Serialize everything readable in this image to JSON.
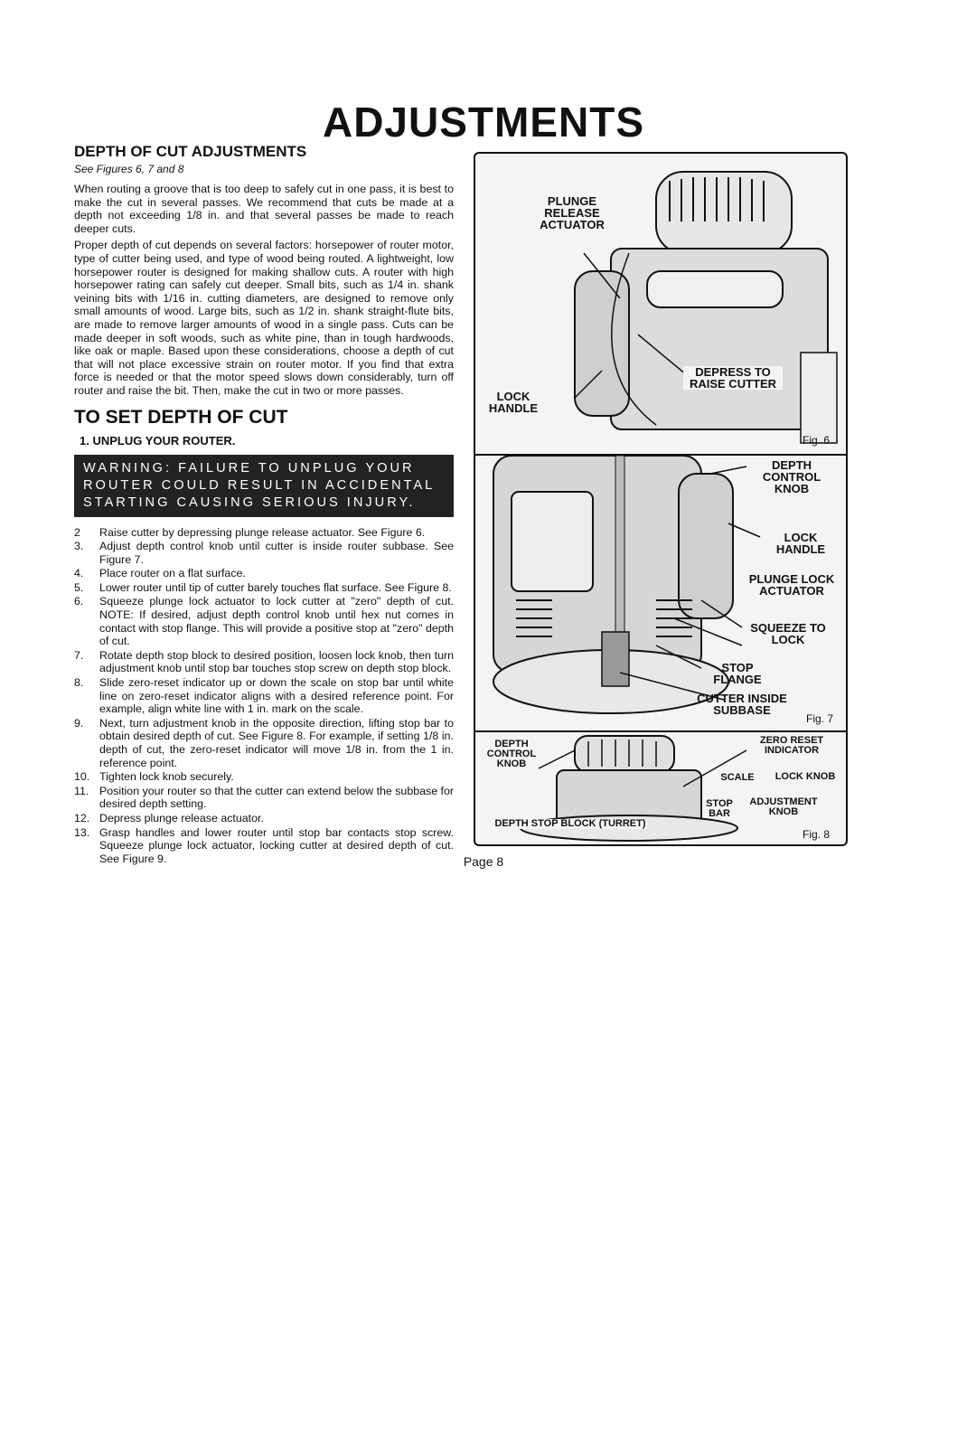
{
  "page": {
    "title": "ADJUSTMENTS",
    "page_number": "Page 8"
  },
  "section1": {
    "heading": "DEPTH OF CUT ADJUSTMENTS",
    "see": "See Figures 6, 7 and 8",
    "paragraphs": [
      "When routing a groove that is too deep to safely cut in one pass, it is best to make the cut in several passes. We recommend that cuts be made at a depth not exceeding 1/8 in. and that several passes be made to reach deeper cuts.",
      "Proper depth of cut depends on several factors: horsepower of router motor, type of cutter being used, and type of wood being routed. A lightweight, low horsepower router is designed for making shallow cuts. A router with high horsepower rating can safely cut deeper. Small bits, such as 1/4 in. shank veining bits with 1/16 in. cutting diameters, are designed to remove only small amounts of wood. Large bits, such as 1/2 in. shank straight-flute bits, are made to remove larger amounts of wood in a single pass. Cuts can be made deeper in soft woods, such as white pine, than in tough hardwoods, like oak or maple. Based upon these considerations, choose a depth of cut that will not place excessive strain on router motor. If you find that extra force is needed or that the motor speed slows down considerably, turn off router and raise the bit. Then, make the cut in two or more passes."
    ]
  },
  "section2": {
    "heading": "TO SET DEPTH OF CUT",
    "step1": "1. UNPLUG YOUR ROUTER.",
    "warning": "WARNING: FAILURE TO UNPLUG YOUR ROUTER COULD RESULT IN ACCIDENTAL STARTING CAUSING SERIOUS INJURY.",
    "steps": [
      {
        "n": "2",
        "t": "Raise cutter by depressing plunge release actuator. See Figure 6."
      },
      {
        "n": "3.",
        "t": "Adjust depth control knob until cutter is inside router subbase. See Figure 7."
      },
      {
        "n": "4.",
        "t": "Place router on a flat surface."
      },
      {
        "n": "5.",
        "t": "Lower router until tip of cutter barely touches flat surface. See Figure 8."
      },
      {
        "n": "6.",
        "t": "Squeeze plunge lock actuator to lock cutter at \"zero\" depth of cut. NOTE: If desired, adjust depth control knob until hex nut comes in contact with stop flange. This will provide a positive stop at \"zero\" depth of cut."
      },
      {
        "n": "7.",
        "t": "Rotate depth stop block to desired position, loosen lock knob, then turn adjustment knob until stop bar touches stop screw on depth stop block."
      },
      {
        "n": "8.",
        "t": "Slide zero-reset indicator up or down the scale on stop bar until white line on zero-reset indicator aligns with a desired reference point. For example, align white line with 1 in. mark on the scale."
      },
      {
        "n": "9.",
        "t": "Next, turn adjustment knob in the opposite direction, lifting stop bar to obtain desired depth of cut. See Figure 8. For example, if setting 1/8 in. depth of cut, the zero-reset indicator will move 1/8 in. from the 1 in. reference point."
      },
      {
        "n": "10.",
        "t": "Tighten lock knob securely."
      },
      {
        "n": "11.",
        "t": "Position your router so that the cutter can extend below the subbase for desired depth setting."
      },
      {
        "n": "12.",
        "t": "Depress plunge release actuator."
      },
      {
        "n": "13.",
        "t": "Grasp handles and lower router until stop bar contacts stop screw. Squeeze plunge lock actuator, locking cutter at desired depth of cut. See Figure 9."
      }
    ]
  },
  "figures": {
    "fig6": {
      "caption": "Fig. 6",
      "labels": {
        "plunge_release": "PLUNGE RELEASE ACTUATOR",
        "depress": "DEPRESS TO RAISE CUTTER",
        "lock_handle": "LOCK HANDLE"
      }
    },
    "fig7": {
      "caption": "Fig. 7",
      "labels": {
        "depth_control": "DEPTH CONTROL KNOB",
        "lock_handle": "LOCK HANDLE",
        "plunge_lock": "PLUNGE LOCK ACTUATOR",
        "squeeze": "SQUEEZE TO LOCK",
        "stop_flange": "STOP FLANGE",
        "cutter": "CUTTER INSIDE SUBBASE"
      }
    },
    "fig8": {
      "caption": "Fig. 8",
      "labels": {
        "zero_reset": "ZERO RESET INDICATOR",
        "depth_control": "DEPTH CONTROL KNOB",
        "scale": "SCALE",
        "lock_knob": "LOCK KNOB",
        "adjustment_knob": "ADJUSTMENT KNOB",
        "stop_bar": "STOP BAR",
        "depth_stop_block": "DEPTH STOP BLOCK (TURRET)"
      }
    }
  }
}
